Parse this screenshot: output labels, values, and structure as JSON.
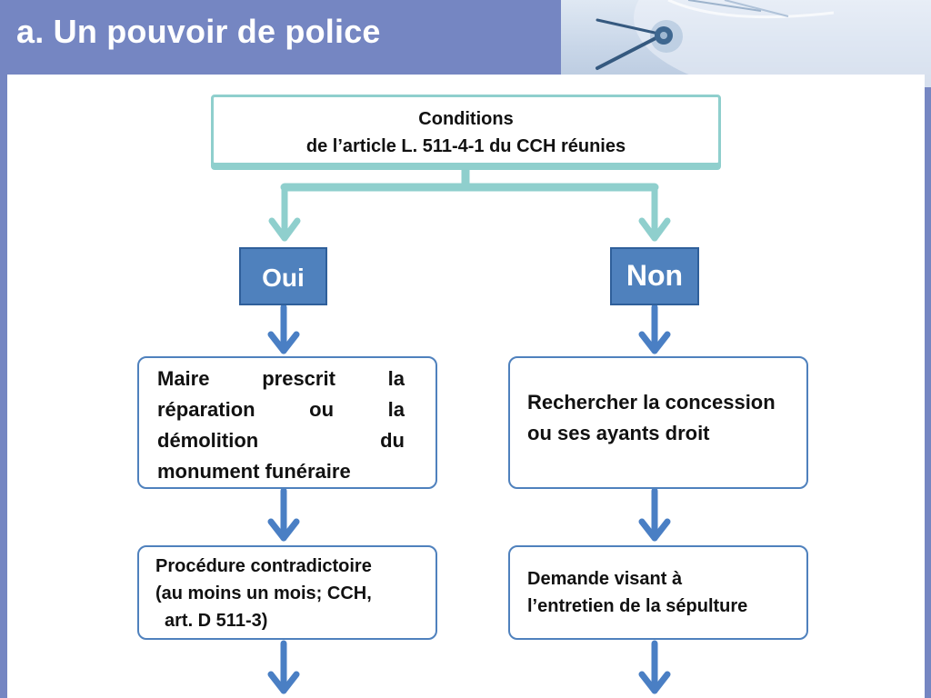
{
  "slide": {
    "title": "a. Un pouvoir de police"
  },
  "diagram": {
    "condition_lines": [
      "Conditions",
      "de l’article L. 511-4-1 du CCH réunies"
    ],
    "yes_label": "Oui",
    "no_label": "Non",
    "yes_step1_lines": [
      "Maire prescrit la",
      "réparation ou la",
      "démolition du",
      "monument funéraire"
    ],
    "yes_step2_lines": [
      "Procédure contradictoire",
      "(au moins un mois; CCH,",
      "art. D 511-3)"
    ],
    "no_step1_lines": [
      "Rechercher la concession",
      "ou ses ayants droit"
    ],
    "no_step2_lines": [
      "Demande visant à",
      "l’entretien de la sépulture"
    ]
  },
  "colors": {
    "header_band": "#7586c2",
    "box_border": "#4f81bd",
    "label_fill": "#4f81bd",
    "branch_connector": "#8fcfcd",
    "arrow": "#4a7fc4"
  }
}
